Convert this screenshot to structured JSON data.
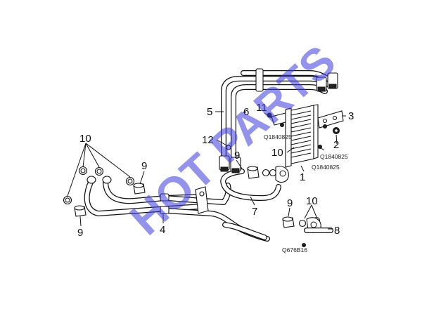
{
  "callouts": {
    "c1": "1",
    "c2": "2",
    "c3": "3",
    "c4": "4",
    "c5": "5",
    "c6": "6",
    "c7": "7",
    "c8": "8",
    "c9a": "9",
    "c9b": "9",
    "c9c": "9",
    "c9d": "9",
    "c10a": "10",
    "c10b": "10",
    "c10c": "10",
    "c11": "11",
    "c12": "12"
  },
  "codes": {
    "q1": "Q1840825",
    "q2": "Q1840825",
    "q3": "Q1840825",
    "q4": "Q676B16"
  },
  "watermark": {
    "text": "HOT PARTS",
    "color": "#3c3cdc"
  }
}
